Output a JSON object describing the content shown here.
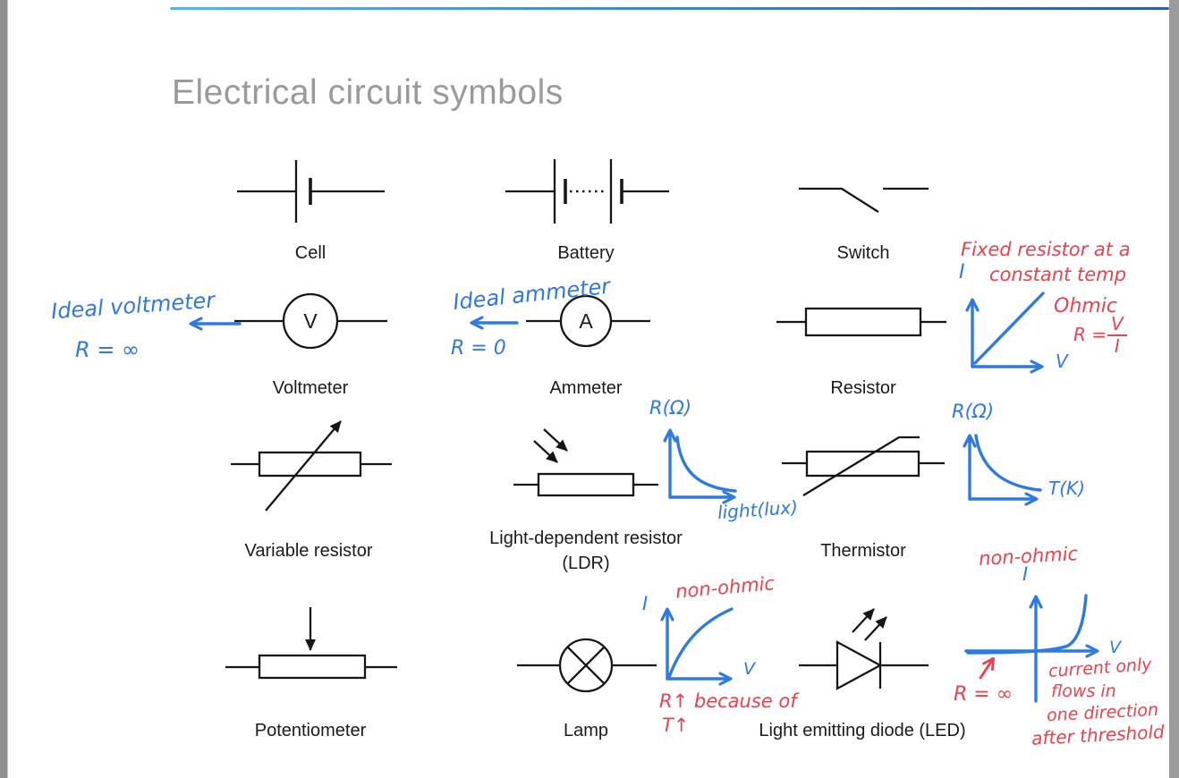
{
  "page": {
    "title": "Electrical circuit symbols"
  },
  "symbols": [
    {
      "id": "cell",
      "label": "Cell"
    },
    {
      "id": "battery",
      "label": "Battery"
    },
    {
      "id": "switch",
      "label": "Switch"
    },
    {
      "id": "voltmeter",
      "label": "Voltmeter",
      "letter": "V"
    },
    {
      "id": "ammeter",
      "label": "Ammeter",
      "letter": "A"
    },
    {
      "id": "resistor",
      "label": "Resistor"
    },
    {
      "id": "variable-resistor",
      "label": "Variable resistor"
    },
    {
      "id": "ldr",
      "label": "Light-dependent resistor",
      "label2": "(LDR)"
    },
    {
      "id": "thermistor",
      "label": "Thermistor"
    },
    {
      "id": "potentiometer",
      "label": "Potentiometer"
    },
    {
      "id": "lamp",
      "label": "Lamp"
    },
    {
      "id": "led",
      "label": "Light emitting diode (LED)"
    }
  ],
  "notes": {
    "voltmeter": {
      "line1": "Ideal voltmeter",
      "line2": "R = ∞"
    },
    "ammeter": {
      "line1": "Ideal ammeter",
      "line2": "R = 0"
    },
    "ohmic_graph": {
      "title1": "Fixed resistor at a",
      "title2": "constant temp",
      "axis_y": "I",
      "axis_x": "V",
      "note": "Ohmic",
      "formula_lhs": "R =",
      "formula_num": "V",
      "formula_den": "I"
    },
    "ldr_graph": {
      "axis_y": "R(Ω)",
      "axis_x": "light(lux)"
    },
    "thermistor_graph": {
      "axis_y": "R(Ω)",
      "axis_x": "T(K)"
    },
    "lamp_graph": {
      "axis_y": "I",
      "axis_x": "V",
      "note_top": "non-ohmic",
      "note_b1": "R↑ because of",
      "note_b2": "T↑"
    },
    "led_graph": {
      "axis_y": "I",
      "axis_x": "V",
      "note_top": "non-ohmic",
      "note_r": "R = ∞",
      "line1": "current only",
      "line2": "flows in",
      "line3": "one direction",
      "line4": "after threshold"
    }
  },
  "colors": {
    "ink_blue": "#2f7ae0",
    "ink_red": "#e8434e",
    "accent_start": "#5ab4dd",
    "accent_end": "#2a5f9e"
  }
}
